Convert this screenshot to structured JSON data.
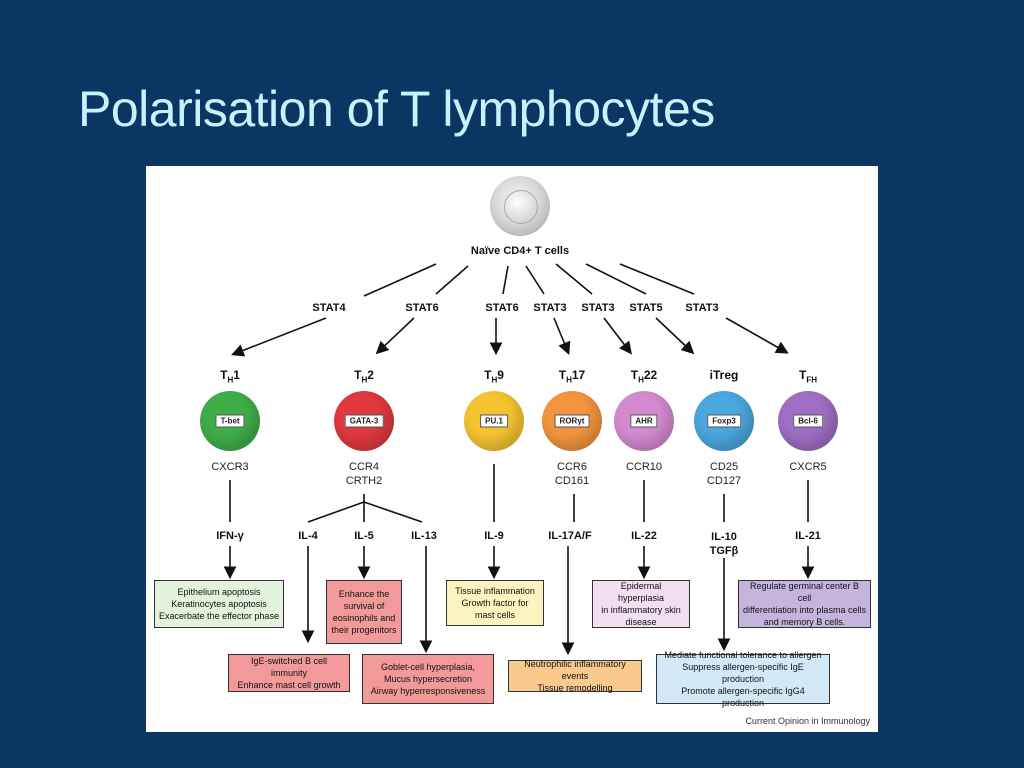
{
  "slide": {
    "title": "Polarisation of T lymphocytes"
  },
  "figure": {
    "root": {
      "label": "Naïve CD4+ T cells"
    },
    "stats": [
      "STAT4",
      "STAT6",
      "STAT6",
      "STAT3",
      "STAT3",
      "STAT5",
      "STAT3"
    ],
    "subsets": [
      {
        "name": "T",
        "sub": "H",
        "suffix": "1",
        "tf": "T-bet",
        "markers": "CXCR3",
        "cytokine": "IFN-γ",
        "color": "#3fae49"
      },
      {
        "name": "T",
        "sub": "H",
        "suffix": "2",
        "tf": "GATA-3",
        "markers": "CCR4\nCRTH2",
        "color": "#e0393e"
      },
      {
        "name": "T",
        "sub": "H",
        "suffix": "9",
        "tf": "PU.1",
        "markers": "",
        "cytokine": "IL-9",
        "color": "#f6c430"
      },
      {
        "name": "T",
        "sub": "H",
        "suffix": "17",
        "tf": "RORγt",
        "markers": "CCR6\nCD161",
        "cytokine": "IL-17A/F",
        "color": "#f3953e"
      },
      {
        "name": "T",
        "sub": "H",
        "suffix": "22",
        "tf": "AHR",
        "markers": "CCR10",
        "cytokine": "IL-22",
        "color": "#d48ad0"
      },
      {
        "name": "iTreg",
        "sub": "",
        "suffix": "",
        "tf": "Foxp3",
        "markers": "CD25\nCD127",
        "cytokine": "IL-10\nTGFβ",
        "color": "#4aa7df"
      },
      {
        "name": "T",
        "sub": "FH",
        "suffix": "",
        "tf": "Bcl-6",
        "markers": "CXCR5",
        "cytokine": "IL-21",
        "color": "#9e6fc4"
      }
    ],
    "th2_cytokines": [
      "IL-4",
      "IL-5",
      "IL-13"
    ],
    "outcomes": {
      "th1": "Epithelium apoptosis\nKeratinocytes apoptosis\nExacerbate the effector phase",
      "il5": "Enhance the\nsurvival of\neosinophils and\ntheir progenitors",
      "th9": "Tissue inflammation\nGrowth factor for\nmast cells",
      "th22": "Epidermal hyperplasia\nin inflammatory skin\ndisease",
      "tfh": "Regulate germinal center B cell\ndifferentiation into plasma cells\nand memory B cells.",
      "il4": "IgE-switched B cell immunity\nEnhance mast cell growth",
      "il13": "Goblet-cell hyperplasia,\nMucus hypersecretion\nAirway hyperresponsiveness",
      "th17": "Neutrophilic inflammatory events\nTissue remodelling",
      "treg": "Mediate functional tolerance to allergen\nSuppress allergen-specific IgE production\nPromote allergen-specific IgG4 production"
    },
    "box_colors": {
      "green": "#e3f2dc",
      "red": "#f29a9a",
      "yellow": "#fdf3c0",
      "orange": "#f9c98e",
      "pink": "#f2dff0",
      "purple": "#c5b5dd",
      "blue": "#d3e9f8"
    },
    "source": "Current Opinion in Immunology"
  }
}
